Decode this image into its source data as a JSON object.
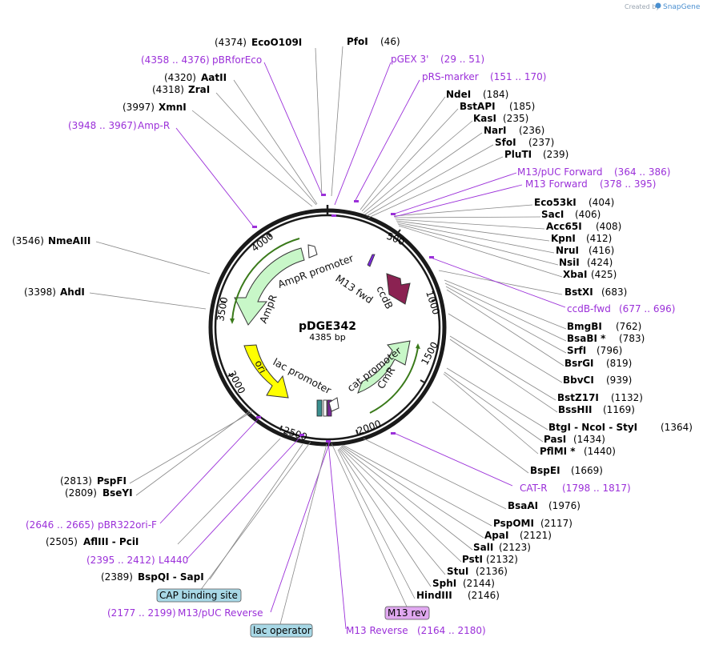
{
  "credit": {
    "prefix": "Created by",
    "brand": "SnapGene"
  },
  "plasmid": {
    "name": "pDGE342",
    "size": "4385 bp"
  },
  "ticks": [
    "500",
    "1000",
    "1500",
    "2000",
    "2500",
    "3000",
    "3500",
    "4000"
  ],
  "features": [
    {
      "name": "AmpR promoter"
    },
    {
      "name": "AmpR"
    },
    {
      "name": "ori"
    },
    {
      "name": "lac promoter"
    },
    {
      "name": "cat promoter"
    },
    {
      "name": "CmR"
    },
    {
      "name": "ccdB"
    },
    {
      "name": "M13 fwd"
    }
  ],
  "boxes": {
    "cap": "CAP binding site",
    "m13rev": "M13 rev",
    "lacop": "lac operator"
  },
  "sites": [
    {
      "pos": "(4374)",
      "name": "EcoO109I"
    },
    {
      "pos": "(46)",
      "name": "PfoI"
    },
    {
      "pos": "(184)",
      "name": "NdeI"
    },
    {
      "pos": "(185)",
      "name": "BstAPI"
    },
    {
      "pos": "(235)",
      "name": "KasI"
    },
    {
      "pos": "(236)",
      "name": "NarI"
    },
    {
      "pos": "(237)",
      "name": "SfoI"
    },
    {
      "pos": "(239)",
      "name": "PluTI"
    },
    {
      "pos": "(404)",
      "name": "Eco53kI"
    },
    {
      "pos": "(406)",
      "name": "SacI"
    },
    {
      "pos": "(408)",
      "name": "Acc65I"
    },
    {
      "pos": "(412)",
      "name": "KpnI"
    },
    {
      "pos": "(416)",
      "name": "NruI"
    },
    {
      "pos": "(424)",
      "name": "NsiI"
    },
    {
      "pos": "(425)",
      "name": "XbaI"
    },
    {
      "pos": "(683)",
      "name": "BstXI"
    },
    {
      "pos": "(762)",
      "name": "BmgBI"
    },
    {
      "pos": "(783)",
      "name": "BsaBI *"
    },
    {
      "pos": "(796)",
      "name": "SrfI"
    },
    {
      "pos": "(819)",
      "name": "BsrGI"
    },
    {
      "pos": "(939)",
      "name": "BbvCI"
    },
    {
      "pos": "(1132)",
      "name": "BstZ17I"
    },
    {
      "pos": "(1169)",
      "name": "BssHII"
    },
    {
      "pos": "(1364)",
      "name": "BtgI  -  NcoI  -  StyI"
    },
    {
      "pos": "(1434)",
      "name": "PasI"
    },
    {
      "pos": "(1440)",
      "name": "PflMI *"
    },
    {
      "pos": "(1669)",
      "name": "BspEI"
    },
    {
      "pos": "(1976)",
      "name": "BsaAI"
    },
    {
      "pos": "(2117)",
      "name": "PspOMI"
    },
    {
      "pos": "(2121)",
      "name": "ApaI"
    },
    {
      "pos": "(2123)",
      "name": "SalI"
    },
    {
      "pos": "(2132)",
      "name": "PstI"
    },
    {
      "pos": "(2136)",
      "name": "StuI"
    },
    {
      "pos": "(2144)",
      "name": "SphI"
    },
    {
      "pos": "(2146)",
      "name": "HindIII"
    },
    {
      "pos": "(4320)",
      "name": "AatII"
    },
    {
      "pos": "(4318)",
      "name": "ZraI"
    },
    {
      "pos": "(3997)",
      "name": "XmnI"
    },
    {
      "pos": "(3546)",
      "name": "NmeAIII"
    },
    {
      "pos": "(3398)",
      "name": "AhdI"
    },
    {
      "pos": "(2813)",
      "name": "PspFI"
    },
    {
      "pos": "(2809)",
      "name": "BseYI"
    },
    {
      "pos": "(2505)",
      "name": "AflIII  -  PciI"
    },
    {
      "pos": "(2389)",
      "name": "BspQI  -  SapI"
    }
  ],
  "primers": [
    {
      "name": "pBRforEco",
      "range": "(4358 .. 4376)"
    },
    {
      "name": "pGEX 3'",
      "range": "(29 .. 51)"
    },
    {
      "name": "pRS-marker",
      "range": "(151 .. 170)"
    },
    {
      "name": "Amp-R",
      "range": "(3948 .. 3967)"
    },
    {
      "name": "M13/pUC Forward",
      "range": "(364 .. 386)"
    },
    {
      "name": "M13 Forward",
      "range": "(378 .. 395)"
    },
    {
      "name": "ccdB-fwd",
      "range": "(677 .. 696)"
    },
    {
      "name": "CAT-R",
      "range": "(1798 .. 1817)"
    },
    {
      "name": "pBR322ori-F",
      "range": "(2646 .. 2665)"
    },
    {
      "name": "L4440",
      "range": "(2395 .. 2412)"
    },
    {
      "name": "M13/pUC Reverse",
      "range": "(2177 .. 2199)"
    },
    {
      "name": "M13 Reverse",
      "range": "(2164 .. 2180)"
    }
  ],
  "colors": {
    "backbone": "#1a1a1a",
    "primer": "#9b30d9",
    "ampr": "#c8f7c8",
    "ori": "#ffff00",
    "ccdb": "#8b2252",
    "cap_box": "#a8d8e6",
    "m13rev_box": "#e0a8f0",
    "leader": "#888888"
  }
}
